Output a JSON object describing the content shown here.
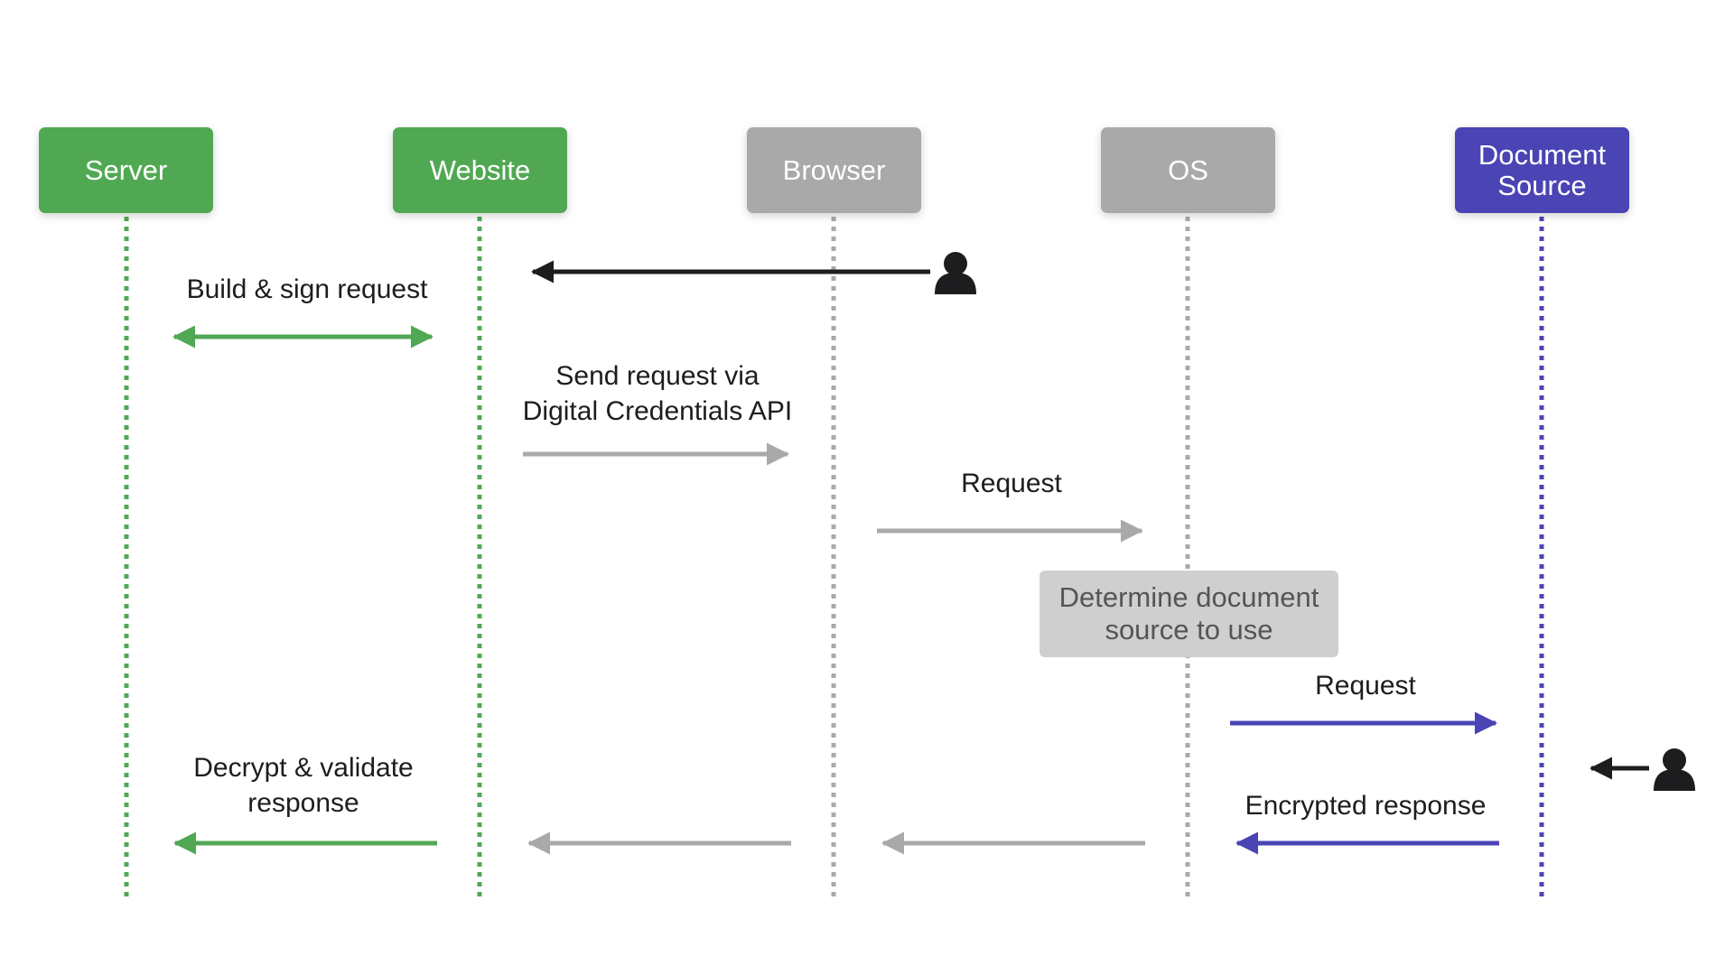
{
  "colors": {
    "green": "#51a853",
    "gray": "#a9a9a9",
    "purple": "#4a44b5",
    "black": "#1d1d1f",
    "note_bg": "#cfcfcf"
  },
  "actors": [
    {
      "label": "Server",
      "color": "green"
    },
    {
      "label": "Website",
      "color": "green"
    },
    {
      "label": "Browser",
      "color": "gray"
    },
    {
      "label": "OS",
      "color": "gray"
    },
    {
      "label": "Document\nSource",
      "color": "purple"
    }
  ],
  "messages": [
    {
      "label": "Build & sign request",
      "from": "Server",
      "to": "Website",
      "direction": "both",
      "color": "green"
    },
    {
      "label": "Send request via\nDigital Credentials API",
      "from": "Website",
      "to": "Browser",
      "direction": "right",
      "color": "gray"
    },
    {
      "label": "Request",
      "from": "Browser",
      "to": "OS",
      "direction": "right",
      "color": "gray"
    },
    {
      "label": "Request",
      "from": "OS",
      "to": "Document Source",
      "direction": "right",
      "color": "purple"
    },
    {
      "label": "Encrypted response",
      "from": "Document Source",
      "to": "OS",
      "direction": "left",
      "color": "purple"
    },
    {
      "label": "",
      "from": "OS",
      "to": "Browser",
      "direction": "left",
      "color": "gray"
    },
    {
      "label": "",
      "from": "Browser",
      "to": "Website",
      "direction": "left",
      "color": "gray"
    },
    {
      "label": "Decrypt & validate\nresponse",
      "from": "Website",
      "to": "Server",
      "direction": "left",
      "color": "green"
    }
  ],
  "user_actions": [
    {
      "icon": "person-icon",
      "target": "Website",
      "color": "black"
    },
    {
      "icon": "person-icon",
      "target": "Document Source",
      "color": "black"
    }
  ],
  "note": {
    "label": "Determine document\nsource to use"
  }
}
